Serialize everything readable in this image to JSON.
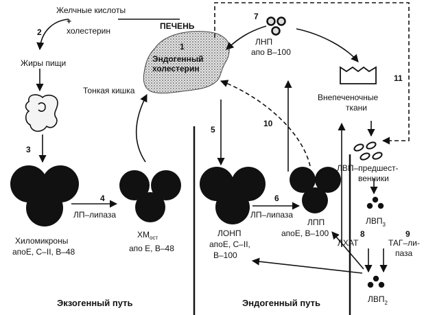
{
  "labels": {
    "bile_acids": "Желчные кислоты",
    "plus": "+",
    "cholesterol": "холестерин",
    "liver": "ПЕЧЕНЬ",
    "endo_chol_1": "Эндогенный",
    "endo_chol_2": "холестерин",
    "food_fats": "Жиры пищи",
    "small_intestine": "Тонкая кишка",
    "ldl": "ЛНП",
    "ldl_apo": "апо B–100",
    "extrahepatic_1": "Внепеченочные",
    "extrahepatic_2": "ткани",
    "hdl_prec_1": "ЛВП–предшест-",
    "hdl_prec_2": "венники",
    "hdl3_base": "ЛВП",
    "hdl3_sub": "3",
    "hdl2_base": "ЛВП",
    "hdl2_sub": "2",
    "lcat": "ЛХАТ",
    "tag_1": "ТАГ–ли-",
    "tag_2": "паза",
    "chylo_1": "Хиломикроны",
    "chylo_2": "апоЕ, С–II,   B–48",
    "lpl_1": "ЛП–липаза",
    "hm_base": "ХМ",
    "hm_sub": "ост",
    "hm_apo": "апо Е, B–48",
    "vldl_1": "ЛОНП",
    "vldl_2": "апоЕ, С–II,",
    "vldl_3": "B–100",
    "lpl_2": "ЛП–липаза",
    "idl_1": "ЛПП",
    "idl_2": "апоЕ, B–100",
    "exo_path": "Экзогенный путь",
    "endo_path": "Эндогенный путь"
  },
  "steps": [
    "1",
    "2",
    "3",
    "4",
    "5",
    "6",
    "7",
    "8",
    "9",
    "10",
    "11"
  ]
}
